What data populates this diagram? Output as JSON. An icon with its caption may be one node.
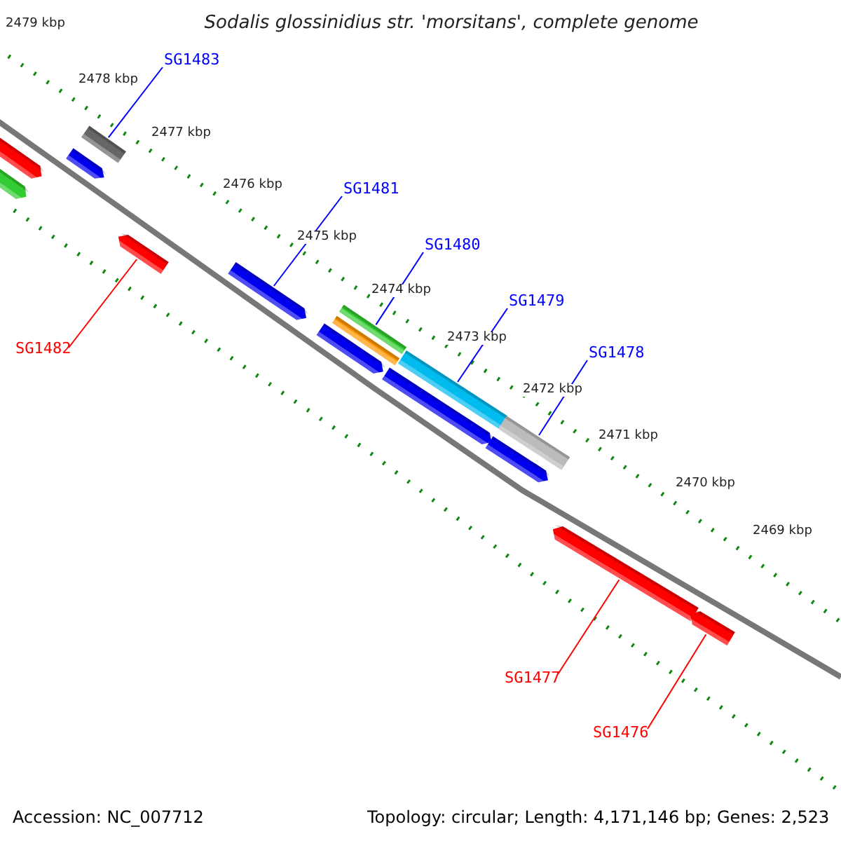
{
  "diagram": {
    "title": "Sodalis glossinidius str. 'morsitans', complete genome",
    "nodes": [
      {
        "text": [
          "SG1483"
        ]
      },
      {
        "text": [
          "SG1481"
        ]
      },
      {
        "text": [
          "SG1480"
        ]
      },
      {
        "text": [
          "SG1479"
        ]
      },
      {
        "text": [
          "SG1482"
        ]
      },
      {
        "text": [
          "SG1478"
        ]
      },
      {
        "text": [
          "SG1477"
        ]
      },
      {
        "text": [
          "SG1476"
        ]
      },
      {
        "text": [],
        "shape": "bar"
      },
      {
        "text": [],
        "shape": "bar"
      },
      {
        "text": [],
        "shape": "bar"
      },
      {
        "text": [],
        "shape": "bar"
      },
      {
        "text": [],
        "shape": "bar"
      },
      {
        "text": [],
        "shape": "bar"
      },
      {
        "text": [],
        "shape": "bar"
      },
      {
        "text": [],
        "shape": "bar"
      },
      {
        "text": [],
        "shape": "bar"
      },
      {
        "text": [],
        "shape": "bar"
      },
      {
        "text": [],
        "shape": "bar"
      },
      {
        "text": [],
        "shape": "bar"
      },
      {
        "text": [],
        "shape": "bar"
      },
      {
        "text": [],
        "shape": "bar"
      },
      {
        "text": [],
        "shape": "bar"
      }
    ],
    "edges": [
      {
        "from": 0,
        "to": 11,
        "arrow": "none"
      },
      {
        "from": 1,
        "to": 13,
        "arrow": "none"
      },
      {
        "from": 2,
        "to": 16,
        "arrow": "none"
      },
      {
        "from": 3,
        "to": 18,
        "arrow": "none"
      },
      {
        "from": 4,
        "to": 12,
        "arrow": "none",
        "color": "#ff0000"
      },
      {
        "from": 5,
        "to": 20,
        "arrow": "none"
      },
      {
        "from": 6,
        "to": 21,
        "arrow": "none",
        "color": "#ff0000"
      },
      {
        "from": 7,
        "to": 22,
        "arrow": "none",
        "color": "#ff0000"
      }
    ],
    "labels": [
      "2479 kbp",
      "2478 kbp",
      "2477 kbp",
      "2476 kbp",
      "2475 kbp",
      "2474 kbp",
      "2473 kbp",
      "2472 kbp",
      "2471 kbp",
      "2470 kbp",
      "2469 kbp",
      "Accession: NC_007712",
      "Topology: circular; Length: 4,171,146 bp; Genes: 2,523"
    ]
  }
}
